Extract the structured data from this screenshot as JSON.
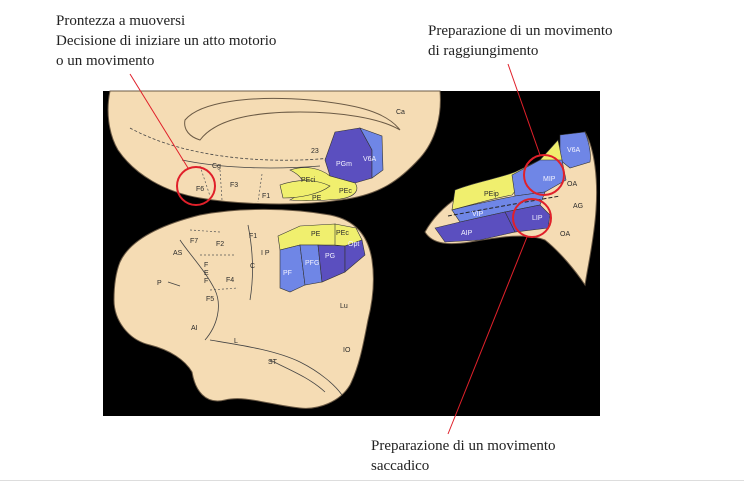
{
  "captions": {
    "top_left": [
      "Prontezza a muoversi",
      "Decisione di iniziare un atto motorio",
      "o un movimento"
    ],
    "top_right": [
      "Preparazione di un movimento",
      "di raggiungimento"
    ],
    "bottom": [
      "Preparazione di un movimento",
      "saccadico"
    ]
  },
  "labels": {
    "medial": [
      "Ca",
      "23",
      "PGm",
      "V6A",
      "Cg",
      "PEci",
      "PEc",
      "F6",
      "F3",
      "F1",
      "PE"
    ],
    "lateral": [
      "F7",
      "F2",
      "F1",
      "AS",
      "F",
      "E",
      "F",
      "P",
      "F4",
      "F5",
      "AI",
      "C",
      "I P",
      "PE",
      "PEc",
      "PF",
      "PFG",
      "PG",
      "Opt",
      "Lu",
      "L",
      "ST",
      "IO"
    ],
    "ips": [
      "V6A",
      "MIP",
      "PEip",
      "OA",
      "AG",
      "VIP",
      "LIP",
      "AIP",
      "OA"
    ]
  },
  "colors": {
    "background": "#000000",
    "brain": "#f5dcb4",
    "yellow": "#f0ef6e",
    "light_blue": "#6f86e6",
    "purple": "#5b4fbf",
    "highlight_circle": "#e0202a"
  }
}
